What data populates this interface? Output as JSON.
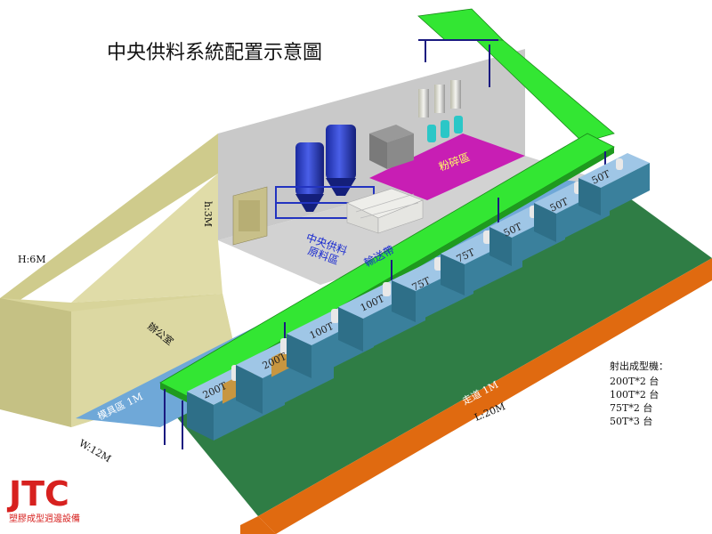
{
  "title": "中央供料系統配置示意圖",
  "dimensions": {
    "height_room": "H:6M",
    "height_wall": "h:3M",
    "width": "W:12M",
    "length": "L:20M"
  },
  "areas": {
    "office": "辦公室",
    "central_feed_line1": "中央供料",
    "central_feed_line2": "原料區",
    "crusher": "粉碎區",
    "conveyor": "輸送帶",
    "mold_area": "模具區 1M",
    "aisle": "走道 1M"
  },
  "machine_labels": [
    "200T",
    "200T",
    "100T",
    "100T",
    "75T",
    "75T",
    "50T",
    "50T",
    "50T"
  ],
  "legend": {
    "heading": "射出成型機：",
    "items": [
      "200T*2 台",
      "100T*2 台",
      "75T*2 台",
      "50T*3 台"
    ]
  },
  "logo": {
    "text": "JTC",
    "subtitle": "塑膠成型週邊設備"
  },
  "colors": {
    "floor": "#2f7d45",
    "aisle": "#e06a10",
    "mold_strip": "#6fa8d8",
    "conveyor": "#33e633",
    "crusher_floor": "#c81eb4",
    "office_wall": "#d8d49a",
    "back_wall": "#c9c9c9",
    "machine_body": "#2e6f88",
    "machine_top": "#9fc6e6",
    "mold_plate": "#c89640",
    "logo_red": "#d7211f"
  }
}
